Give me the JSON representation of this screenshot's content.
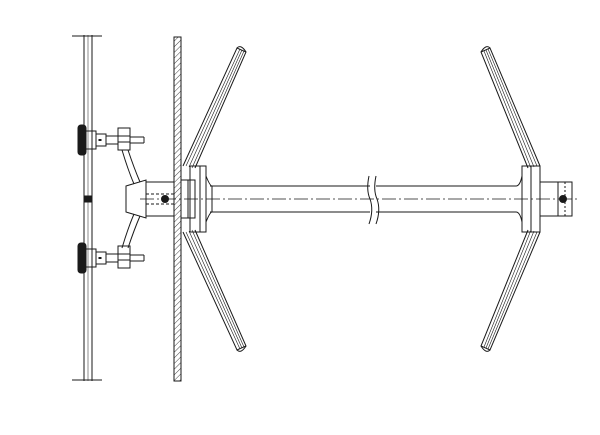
{
  "drawing": {
    "background": "#ffffff",
    "stroke": "#1a1a1a",
    "hatch": "#444444",
    "components": [
      "glass-panel",
      "point-fixing-upper",
      "point-fixing-lower",
      "spider-bracket",
      "support-column",
      "tie-rod",
      "left-fitting",
      "right-fitting",
      "left-cable-fan",
      "right-cable-fan",
      "break-marks"
    ]
  }
}
